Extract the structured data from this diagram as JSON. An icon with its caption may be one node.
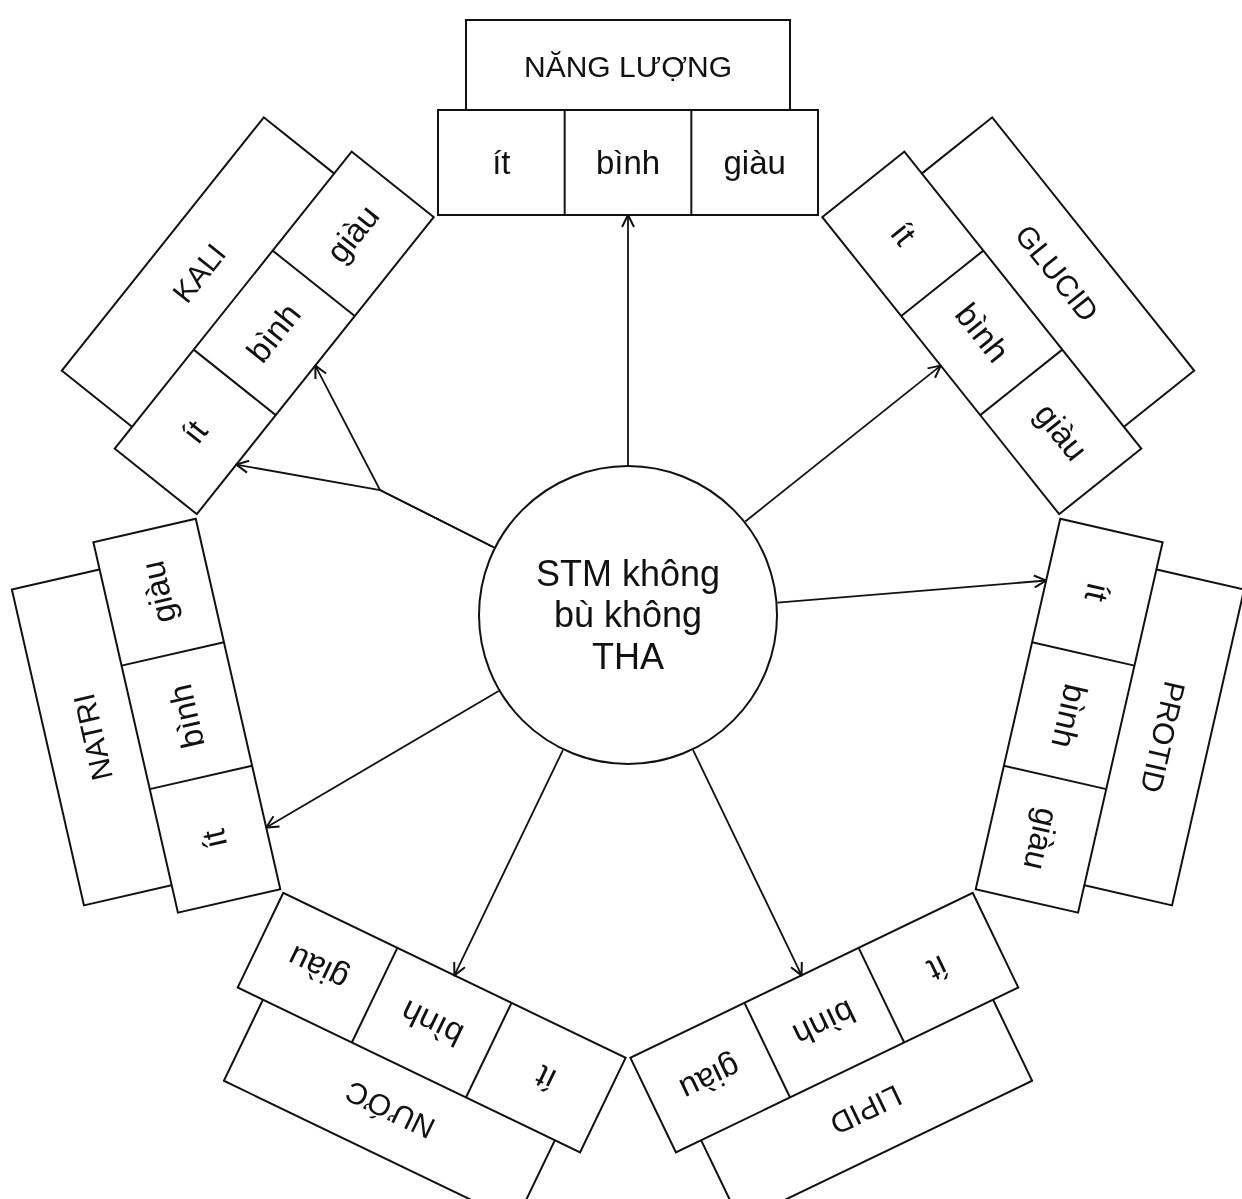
{
  "diagram": {
    "nodes": [
      {
        "text": [
          "STM không bù không THA"
        ]
      },
      {
        "text": [
          "NĂNG LƯỢNG"
        ]
      },
      {
        "text": [
          "ít"
        ]
      },
      {
        "text": [
          "bình"
        ]
      },
      {
        "text": [
          "giàu"
        ]
      },
      {
        "text": [
          "GLUCID"
        ]
      },
      {
        "text": [
          "ít"
        ]
      },
      {
        "text": [
          "bình"
        ]
      },
      {
        "text": [
          "giàu"
        ]
      },
      {
        "text": [
          "PROTID"
        ]
      },
      {
        "text": [
          "ít"
        ]
      },
      {
        "text": [
          "bình"
        ]
      },
      {
        "text": [
          "giàu"
        ]
      },
      {
        "text": [
          "LIPID"
        ]
      },
      {
        "text": [
          "ít"
        ]
      },
      {
        "text": [
          "bình"
        ]
      },
      {
        "text": [
          "giàu"
        ]
      },
      {
        "text": [
          "NƯỚC"
        ]
      },
      {
        "text": [
          "ít"
        ]
      },
      {
        "text": [
          "bình"
        ]
      },
      {
        "text": [
          "giàu"
        ]
      },
      {
        "text": [
          "NATRI"
        ]
      },
      {
        "text": [
          "ít"
        ]
      },
      {
        "text": [
          "bình"
        ]
      },
      {
        "text": [
          "giàu"
        ]
      },
      {
        "text": [
          "KALI"
        ]
      },
      {
        "text": [
          "ít"
        ]
      },
      {
        "text": [
          "bình"
        ]
      },
      {
        "text": [
          "giàu"
        ]
      }
    ],
    "edges": [
      {
        "from": 0,
        "to": 3,
        "arrow": "to"
      },
      {
        "from": 0,
        "to": 7,
        "arrow": "to"
      },
      {
        "from": 0,
        "to": 10,
        "arrow": "to"
      },
      {
        "from": 0,
        "to": 15,
        "arrow": "to"
      },
      {
        "from": 0,
        "to": 19,
        "arrow": "to"
      },
      {
        "from": 0,
        "to": 22,
        "arrow": "to"
      },
      {
        "from": 0,
        "to": 26,
        "arrow": "to"
      },
      {
        "from": 0,
        "to": 27,
        "arrow": "to"
      }
    ]
  }
}
